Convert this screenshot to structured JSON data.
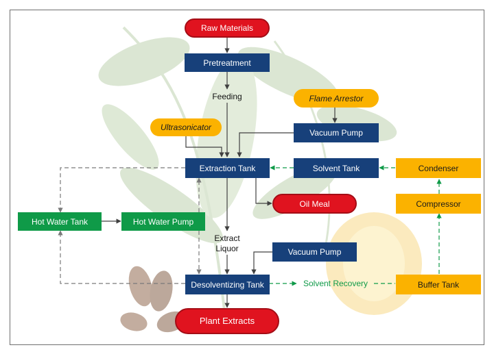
{
  "nodes": {
    "raw_materials": "Raw Materials",
    "pretreatment": "Pretreatment",
    "feeding": "Feeding",
    "flame_arrestor": "Flame Arrestor",
    "ultrasonicator": "Ultrasonicator",
    "vacuum_pump_top": "Vacuum Pump",
    "extraction_tank": "Extraction Tank",
    "solvent_tank": "Solvent Tank",
    "condenser": "Condenser",
    "oil_meal": "Oil Meal",
    "compressor": "Compressor",
    "hot_water_tank": "Hot Water Tank",
    "hot_water_pump": "Hot Water Pump",
    "extract_liquor_line1": "Extract",
    "extract_liquor_line2": "Liquor",
    "vacuum_pump_bottom": "Vacuum Pump",
    "desolventizing_tank": "Desolventizing Tank",
    "solvent_recovery": "Solvent Recovery",
    "buffer_tank": "Buffer Tank",
    "plant_extracts": "Plant Extracts"
  },
  "colors": {
    "process_box": "#17407a",
    "hot_water_box": "#0f9a48",
    "solvent_loop_box": "#fbb200",
    "terminal": "#e0131f",
    "solid_line": "#404040",
    "dashed_gray": "#7a7a7a",
    "dashed_green": "#0f9a48"
  }
}
